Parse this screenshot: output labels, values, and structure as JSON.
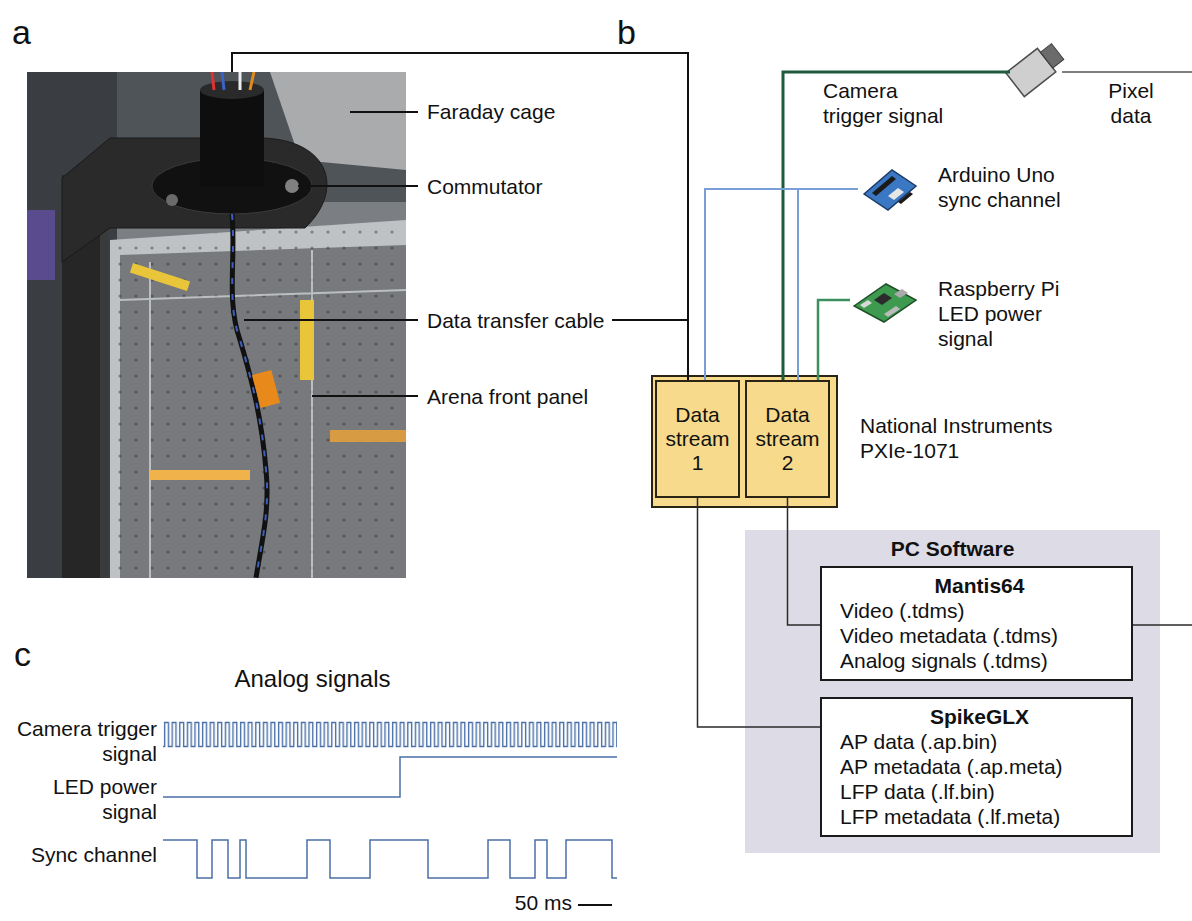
{
  "diagram": {
    "nodes": [
      {
        "text": [
          "Arduino Uno",
          "sync channel"
        ]
      },
      {
        "text": [
          "Raspberry Pi",
          "LED power signal"
        ]
      },
      {
        "text": [
          "National Instruments PXIe-1071"
        ]
      },
      {
        "text": [
          "Data stream 1"
        ],
        "in": 2
      },
      {
        "text": [
          "Data stream 2"
        ],
        "in": 2
      },
      {
        "text": [
          "PC Software"
        ]
      },
      {
        "text": [
          "Mantis64",
          "Video (.tdms)",
          "Video metadata (.tdms)",
          "Analog signals (.tdms)"
        ],
        "in": 5
      },
      {
        "text": [
          "SpikeGLX",
          "AP data (.ap.bin)",
          "AP metadata (.ap.meta)",
          "LFP data (.lf.bin)",
          "LFP metadata (.lf.meta)"
        ],
        "in": 5
      }
    ],
    "edges": [
      {
        "from": 0,
        "to": 3,
        "arrow": "none"
      },
      {
        "from": 0,
        "to": 4,
        "arrow": "none"
      },
      {
        "from": 1,
        "to": 4,
        "arrow": "none"
      },
      {
        "from": 4,
        "to": 6,
        "arrow": "none"
      },
      {
        "from": 3,
        "to": 7,
        "arrow": "none"
      }
    ],
    "labels": [
      "a",
      "b",
      "c",
      "Faraday cage",
      "Commutator",
      "Data transfer cable",
      "Arena front panel",
      "Camera trigger signal",
      "Pixel data",
      "Analog signals",
      "Camera trigger signal",
      "LED power signal",
      "Sync channel",
      "50 ms"
    ]
  }
}
